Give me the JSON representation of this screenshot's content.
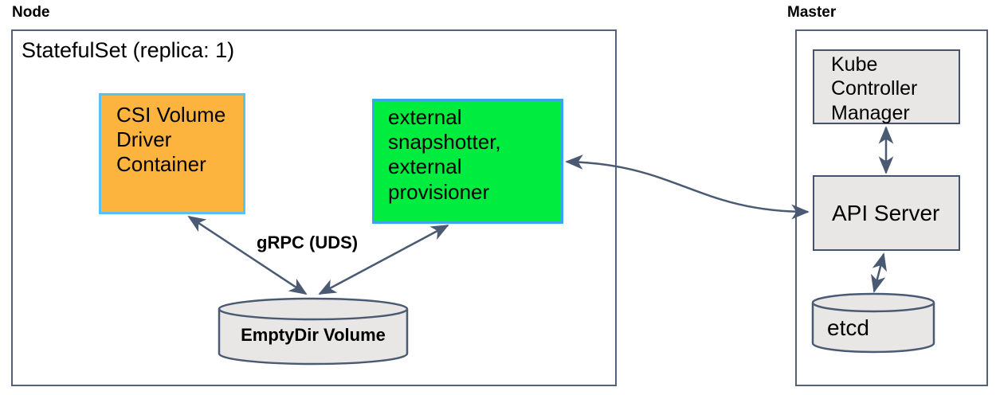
{
  "node_panel": {
    "label": "Node",
    "statefulset_label": "StatefulSet (replica: 1)",
    "csi_box": {
      "text": "CSI Volume Driver Container",
      "fill_color": "#fcb43f",
      "border_color": "#56c2ee"
    },
    "external_box": {
      "text": "external snapshotter, external provisioner",
      "fill_color": "#00ec3e",
      "border_color": "#38a5ec"
    },
    "grpc_label": "gRPC (UDS)",
    "emptydir_cylinder": {
      "label": "EmptyDir Volume",
      "fill_color": "#e8e7e6"
    }
  },
  "master_panel": {
    "label": "Master",
    "kcm_box": {
      "text": "Kube Controller Manager",
      "fill_color": "#e8e7e6"
    },
    "api_box": {
      "text": "API Server",
      "fill_color": "#e8e7e6"
    },
    "etcd_cylinder": {
      "label": "etcd",
      "fill_color": "#e8e7e6"
    }
  },
  "connections": {
    "csi_to_emptydir": "bidirectional gRPC over UDS",
    "external_to_emptydir": "bidirectional gRPC over UDS",
    "kcm_to_api": "bidirectional",
    "api_to_etcd": "bidirectional",
    "external_to_api": "bidirectional"
  },
  "colors": {
    "arrow": "#4a5a72",
    "panel_border": "#53627a",
    "gray_box_border": "#44546a",
    "gray_fill": "#e8e7e6"
  }
}
